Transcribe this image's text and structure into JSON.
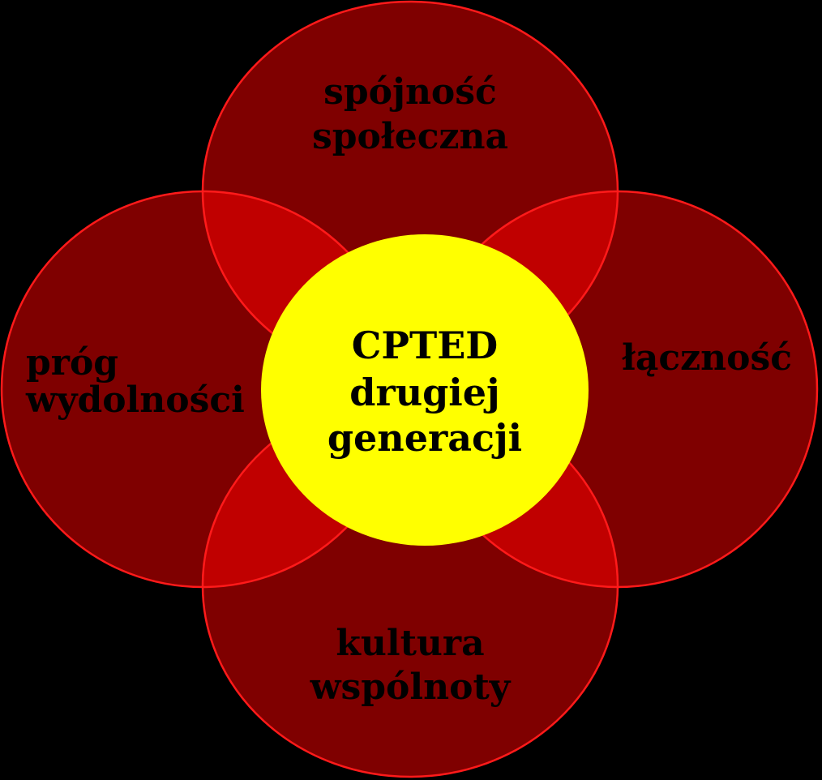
{
  "diagram": {
    "center": {
      "line1": "CPTED",
      "line2": "drugiej",
      "line3": "generacji"
    },
    "top": {
      "line1": "spójność",
      "line2": "społeczna"
    },
    "right": {
      "line1": "łączność"
    },
    "bottom": {
      "line1": "kultura",
      "line2": "wspólnoty"
    },
    "left": {
      "line1": "próg",
      "line2": "wydolności"
    }
  },
  "colors": {
    "background": "#000000",
    "outer_circle_fill": "#7f0000",
    "outer_circle_stroke": "#ff1a1a",
    "overlap_fill": "#c00000",
    "center_fill": "#ffff00",
    "text": "#000000"
  }
}
